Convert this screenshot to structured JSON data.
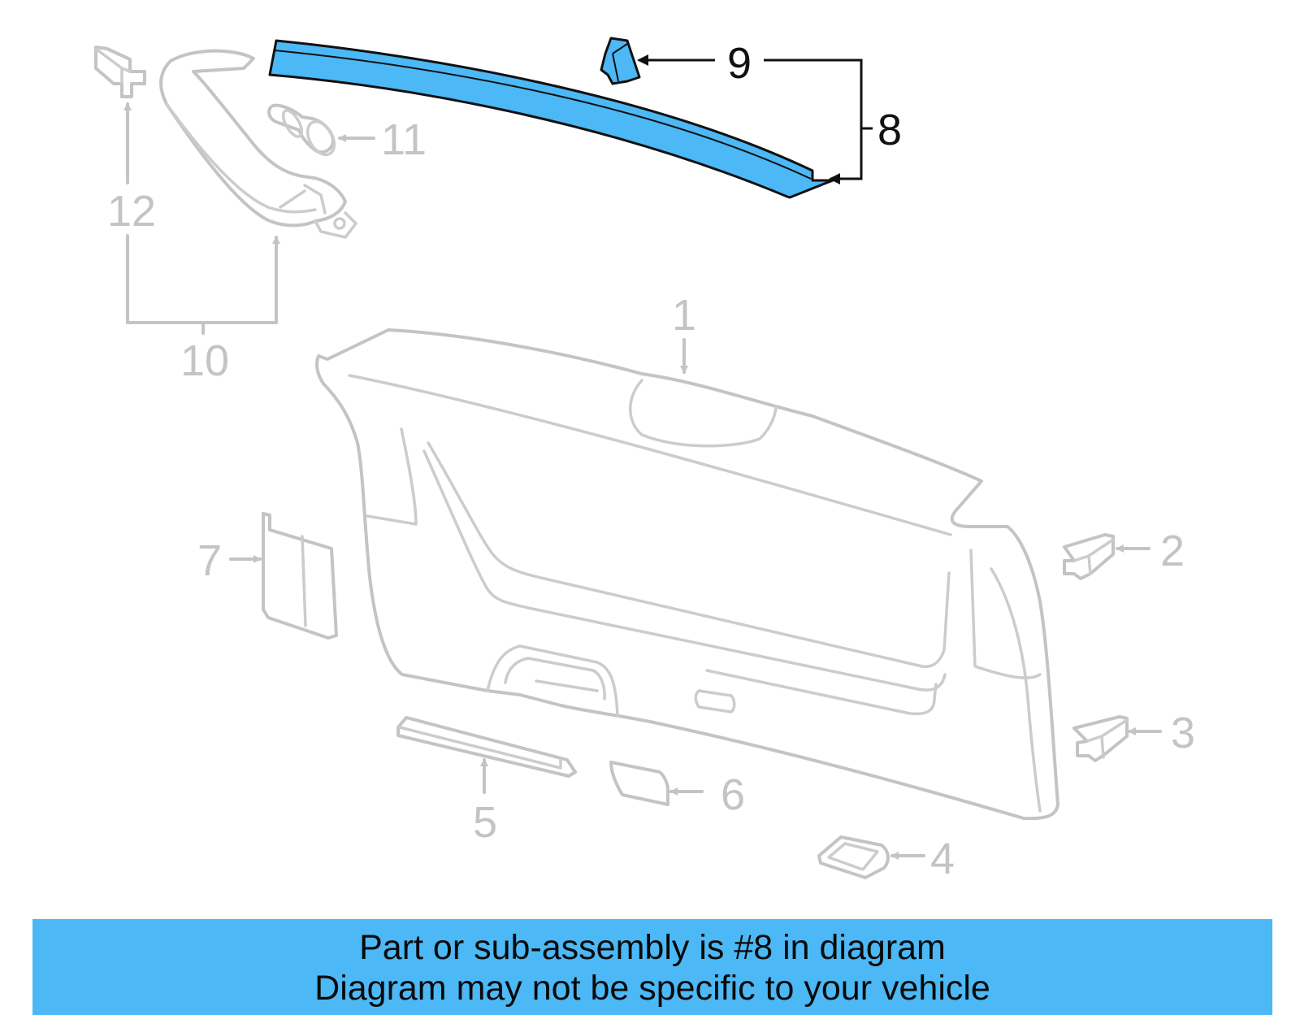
{
  "colors": {
    "highlight_fill": "#4cb8f5",
    "highlight_stroke": "#111111",
    "dim_stroke": "#c4c4c4",
    "banner_bg": "#4cb8f5"
  },
  "callouts": {
    "c1": "1",
    "c2": "2",
    "c3": "3",
    "c4": "4",
    "c5": "5",
    "c6": "6",
    "c7": "7",
    "c8": "8",
    "c9": "9",
    "c10": "10",
    "c11": "11",
    "c12": "12"
  },
  "highlighted_callout": "8",
  "banner": {
    "line1": "Part or sub-assembly is #8 in diagram",
    "line2": "Diagram may not be specific to your vehicle"
  }
}
